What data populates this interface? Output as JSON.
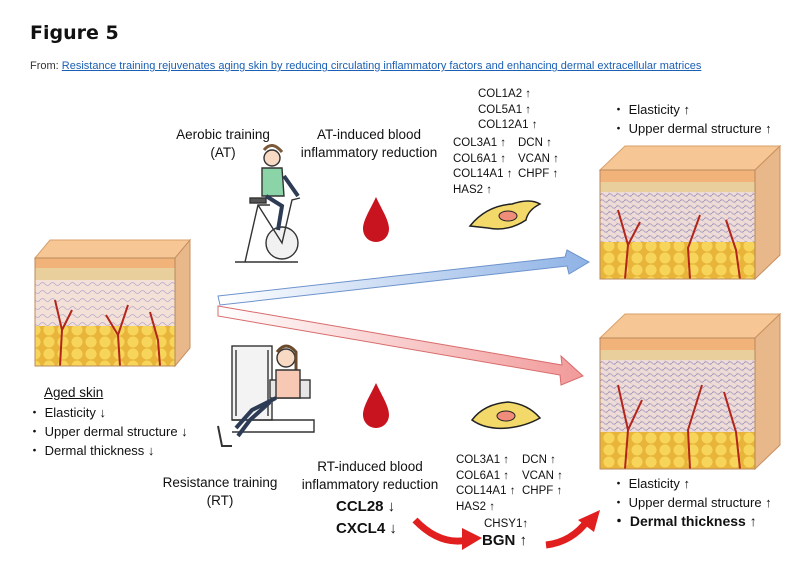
{
  "figure_title": "Figure 5",
  "source": {
    "prefix": "From:",
    "link_text": "Resistance training rejuvenates aging skin by reducing circulating inflammatory factors and enhancing dermal extracellular matrices"
  },
  "aerobic": {
    "label_line1": "Aerobic training",
    "label_line2": "(AT)",
    "blood_line1": "AT-induced blood",
    "blood_line2": "inflammatory reduction",
    "genes_top": [
      "COL1A2 ↑",
      "COL5A1 ↑",
      "COL12A1 ↑"
    ],
    "genes_left": [
      "COL3A1 ↑",
      "COL6A1 ↑",
      "COL14A1 ↑",
      "HAS2 ↑"
    ],
    "genes_right": [
      "DCN ↑",
      "VCAN ↑",
      "CHPF ↑"
    ],
    "outcomes": [
      "・ Elasticity ↑",
      "・ Upper dermal structure ↑"
    ]
  },
  "resistance": {
    "label_line1": "Resistance training",
    "label_line2": "(RT)",
    "blood_line1": "RT-induced blood",
    "blood_line2": "inflammatory reduction",
    "cytokines": [
      "CCL28 ↓",
      "CXCL4 ↓"
    ],
    "genes_left": [
      "COL3A1 ↑",
      "COL6A1 ↑",
      "COL14A1 ↑",
      "HAS2 ↑"
    ],
    "genes_right": [
      "DCN ↑",
      "VCAN ↑",
      "CHPF ↑"
    ],
    "chsy": "CHSY1↑",
    "bgn": "BGN ↑",
    "outcomes": [
      "・ Elasticity ↑",
      "・ Upper dermal structure ↑"
    ],
    "outcome_bold": "・ Dermal thickness ↑"
  },
  "aged": {
    "title": "Aged skin",
    "items": [
      "・ Elasticity ↓",
      "・ Upper dermal structure ↓",
      "・ Dermal thickness ↓"
    ]
  },
  "colors": {
    "blue_arrow": "#8fb3e6",
    "red_arrow": "#f29a9a",
    "blood": "#c8141e",
    "curved_arrow": "#e21f1f",
    "link": "#1a5fb4",
    "epidermis": "#f6c795",
    "fat": "#f3cd4d"
  }
}
